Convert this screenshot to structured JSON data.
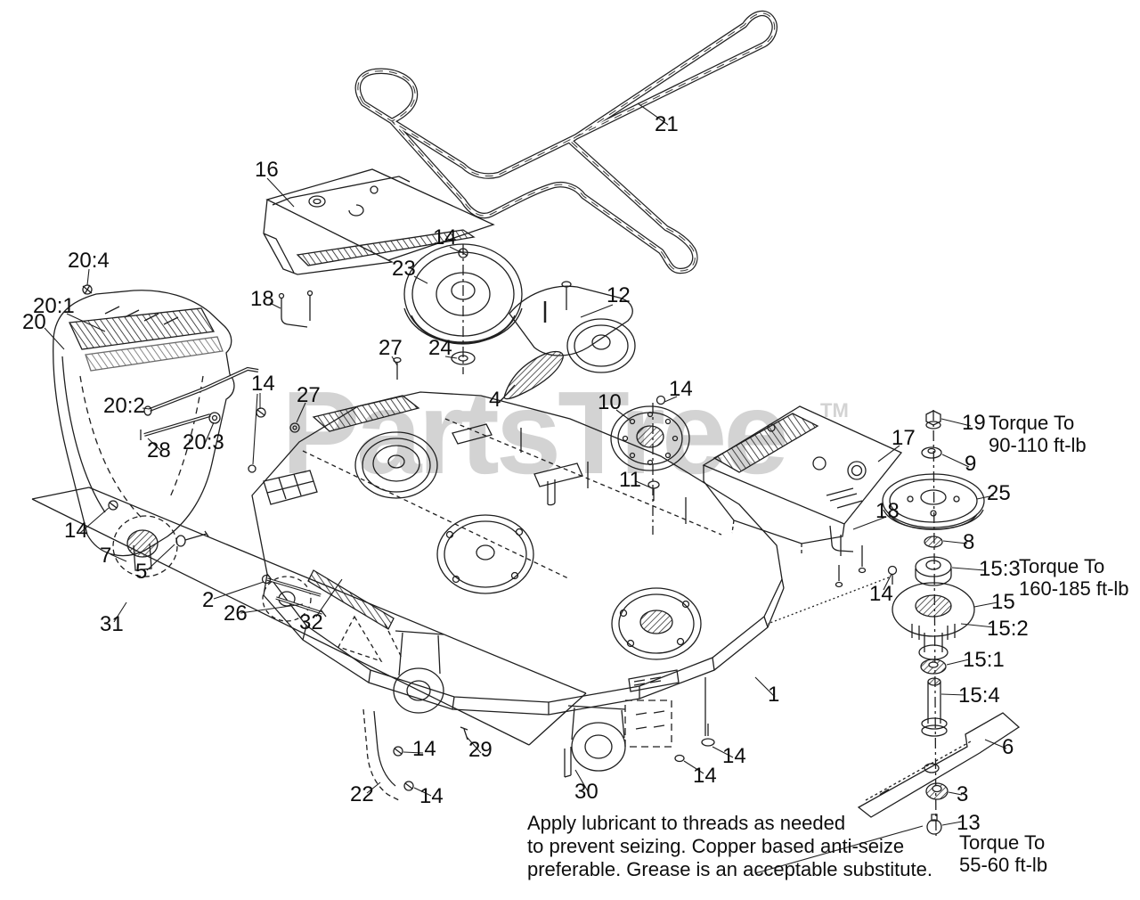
{
  "watermark": {
    "text": "PartsTree",
    "tm": "TM",
    "color": "#d3d3d3"
  },
  "colors": {
    "line": "#1f1f1f",
    "background": "#ffffff",
    "watermark": "#d3d3d3"
  },
  "note": {
    "line1": "Apply lubricant to threads as needed",
    "line2": "to prevent seizing. Copper based anti-seize",
    "line3": "preferable. Grease is an acceptable substitute."
  },
  "torque_notes": [
    {
      "part": "19",
      "line1": "Torque To",
      "line2": "90-110 ft-lb"
    },
    {
      "part": "15:3",
      "line1": "Torque To",
      "line2": "160-185 ft-lb"
    },
    {
      "part": "13",
      "line1": "Torque To",
      "line2": "55-60 ft-lb"
    }
  ],
  "labels": [
    {
      "text": "21"
    },
    {
      "text": "16"
    },
    {
      "text": "20:4"
    },
    {
      "text": "20:1"
    },
    {
      "text": "20"
    },
    {
      "text": "18"
    },
    {
      "text": "14"
    },
    {
      "text": "23"
    },
    {
      "text": "12"
    },
    {
      "text": "27"
    },
    {
      "text": "24"
    },
    {
      "text": "4"
    },
    {
      "text": "14"
    },
    {
      "text": "27"
    },
    {
      "text": "20:2"
    },
    {
      "text": "20:3"
    },
    {
      "text": "28"
    },
    {
      "text": "10"
    },
    {
      "text": "14"
    },
    {
      "text": "11"
    },
    {
      "text": "17"
    },
    {
      "text": "19"
    },
    {
      "text": "9"
    },
    {
      "text": "25"
    },
    {
      "text": "18"
    },
    {
      "text": "8"
    },
    {
      "text": "15:3"
    },
    {
      "text": "14"
    },
    {
      "text": "15"
    },
    {
      "text": "15:2"
    },
    {
      "text": "15:1"
    },
    {
      "text": "15:4"
    },
    {
      "text": "6"
    },
    {
      "text": "1"
    },
    {
      "text": "3"
    },
    {
      "text": "13"
    },
    {
      "text": "14"
    },
    {
      "text": "7"
    },
    {
      "text": "5"
    },
    {
      "text": "2"
    },
    {
      "text": "26"
    },
    {
      "text": "31"
    },
    {
      "text": "32"
    },
    {
      "text": "22"
    },
    {
      "text": "14"
    },
    {
      "text": "14"
    },
    {
      "text": "29"
    },
    {
      "text": "30"
    },
    {
      "text": "14"
    },
    {
      "text": "14"
    }
  ]
}
